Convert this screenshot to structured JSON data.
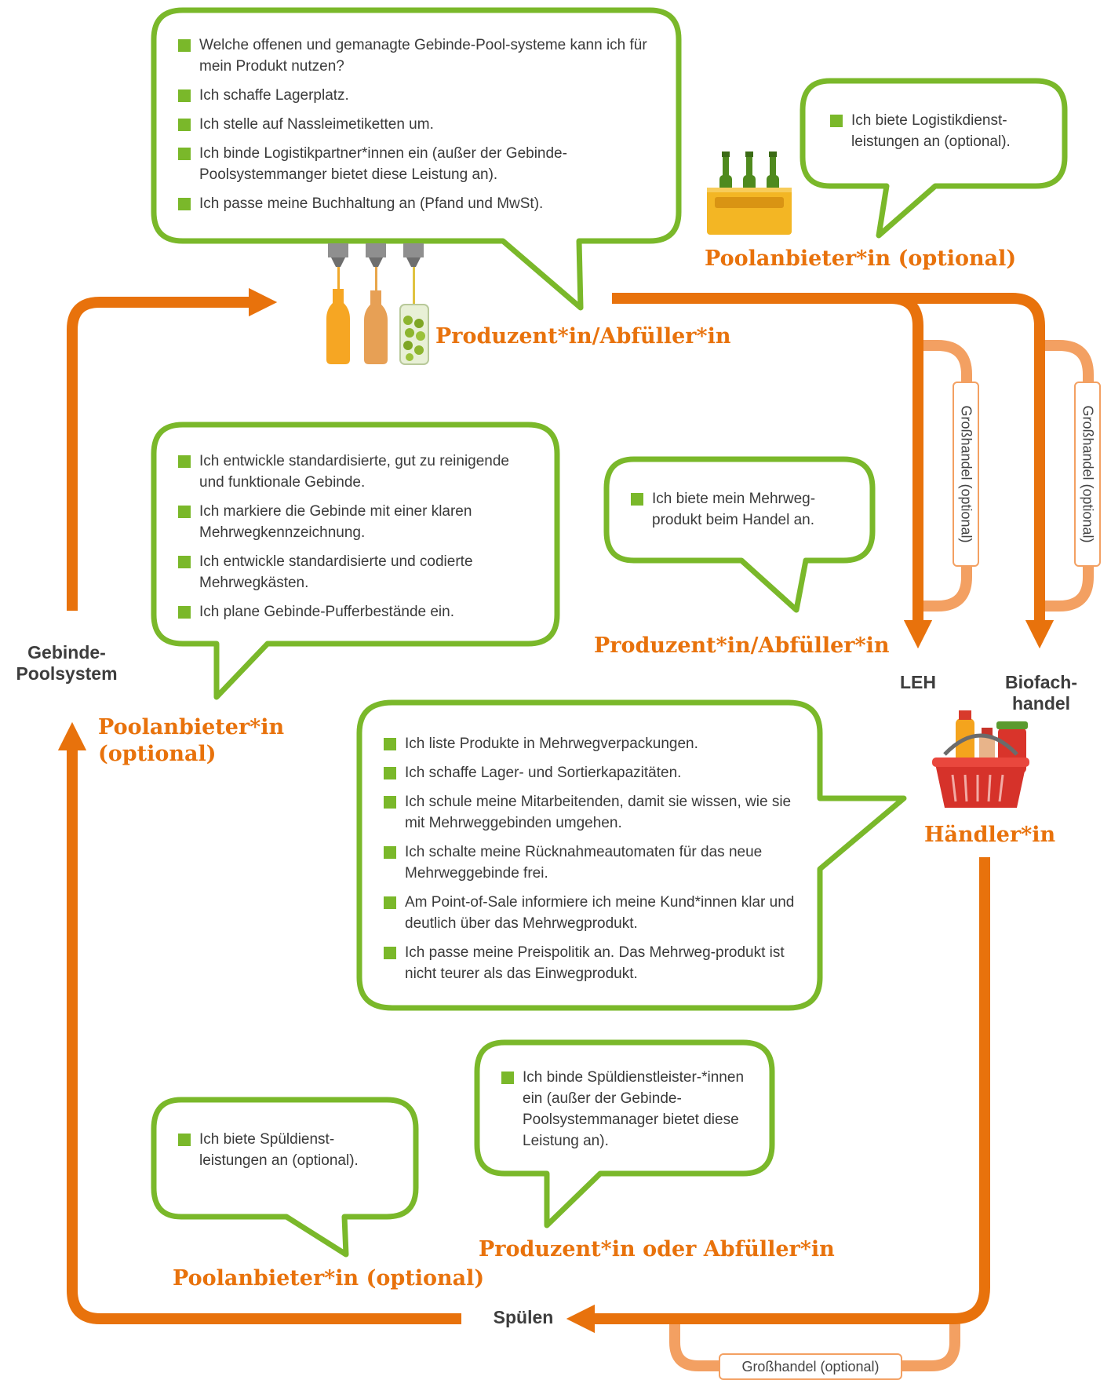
{
  "colors": {
    "green": "#7ab82a",
    "orange": "#e8720c",
    "light_orange": "#f3a062",
    "text": "#3d3d3d"
  },
  "bubbles": {
    "producer_top": [
      "Welche offenen und gemanagte Gebinde-Pool-systeme kann ich für mein Produkt nutzen?",
      "Ich schaffe Lagerplatz.",
      "Ich stelle auf Nassleimetiketten um.",
      "Ich binde Logistikpartner*innen ein (außer der Gebinde-Poolsystemmanger bietet diese Leistung an).",
      "Ich passe meine Buchhaltung an (Pfand und MwSt)."
    ],
    "pool_logistics": [
      "Ich biete Logistikdienst-leistungen an (optional)."
    ],
    "pool_system": [
      "Ich entwickle standardisierte, gut zu reinigende und funktionale Gebinde.",
      "Ich markiere die Gebinde mit einer klaren Mehrwegkennzeichnung.",
      "Ich entwickle standardisierte und codierte Mehrwegkästen.",
      "Ich plane Gebinde-Pufferbestände ein."
    ],
    "producer_trade": [
      "Ich biete mein Mehrweg-produkt beim Handel an."
    ],
    "retailer": [
      "Ich liste Produkte in Mehrwegverpackungen.",
      "Ich schaffe Lager- und Sortierkapazitäten.",
      "Ich schule meine Mitarbeitenden, damit sie wissen, wie sie mit Mehrweggebinden umgehen.",
      "Ich schalte meine Rücknahmeautomaten für das neue Mehrweggebinde frei.",
      "Am Point-of-Sale informiere ich meine Kund*innen klar und deutlich über das Mehrwegprodukt.",
      "Ich passe meine Preispolitik an. Das Mehrweg-produkt ist nicht teurer als das Einwegprodukt."
    ],
    "producer_washing": [
      "Ich binde Spüldienstleister-*innen ein (außer der Gebinde-Poolsystemmanager bietet diese Leistung an)."
    ],
    "pool_washing": [
      "Ich biete Spüldienst-leistungen an (optional)."
    ]
  },
  "roles": {
    "pool_top": "Poolanbieter*in (optional)",
    "producer_top": "Produzent*in/Abfüller*in",
    "producer_mid": "Produzent*in/Abfüller*in",
    "pool_mid": "Poolanbieter*in (optional)",
    "retailer": "Händler*in",
    "producer_bottom": "Produzent*in oder Abfüller*in",
    "pool_bottom": "Poolanbieter*in (optional)"
  },
  "nodes": {
    "pool_system": "Gebinde-Poolsystem",
    "leh": "LEH",
    "biofach": "Biofach-handel",
    "spuelen": "Spülen"
  },
  "wholesale": {
    "leh": "Großhandel (optional)",
    "biofach": "Großhandel (optional)",
    "spuelen": "Großhandel (optional)"
  },
  "icons": [
    "bottle-crate-icon",
    "filling-bottles-icon",
    "shopping-basket-icon"
  ]
}
